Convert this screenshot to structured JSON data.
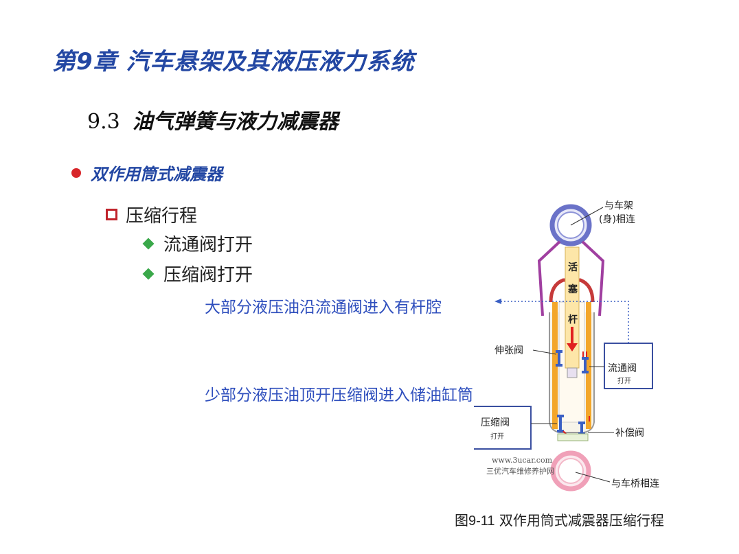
{
  "chapter_title": "第9章 汽车悬架及其液压液力系统",
  "section": {
    "number": "9.3",
    "name": "油气弹簧与液力减震器"
  },
  "topic": "双作用筒式减震器",
  "sub_item": "压缩行程",
  "bullets": [
    "流通阀打开",
    "压缩阀打开"
  ],
  "notes": [
    "大部分液压油沿流通阀进入有杆腔",
    "少部分液压油顶开压缩阀进入储油缸筒"
  ],
  "diagram": {
    "top_mount_line1": "与车架",
    "top_mount_line2": "(身)相连",
    "rod_chars": [
      "活",
      "塞",
      "杆"
    ],
    "rebound_valve": "伸张阀",
    "flow_valve": "流通阀",
    "flow_valve_state": "打开",
    "compression_valve": "压缩阀",
    "compression_valve_state": "打开",
    "compensation_valve": "补偿阀",
    "watermark_line1": "www.3ucar.com",
    "watermark_line2": "三优汽车维修养护网",
    "bottom_mount": "与车桥相连"
  },
  "caption": {
    "prefix": "图",
    "number": "9-11",
    "text": " 双作用筒式减震器压缩行程"
  },
  "colors": {
    "title_blue": "#2347a3",
    "note_blue": "#2f4fbd",
    "bullet_red": "#d8262a",
    "diamond_green": "#3aa84a",
    "tube_orange": "#f3a62a",
    "rod_yellow": "#fde6a8",
    "mount_blue": "#6a72c8",
    "mount_pink": "#f0a0b8",
    "cover_purple": "#a03fa0"
  }
}
